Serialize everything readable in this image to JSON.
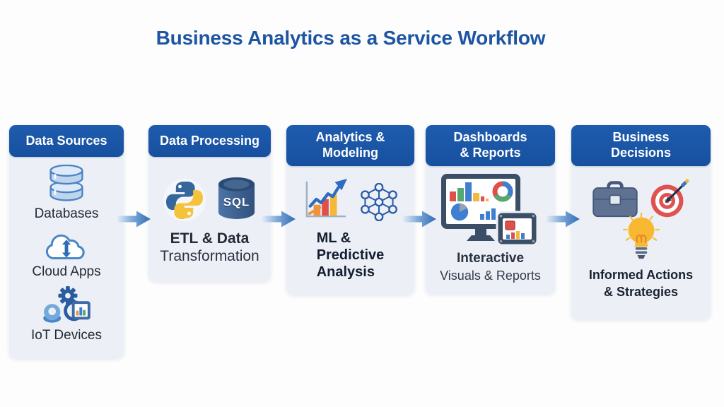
{
  "title": "Business Analytics as a Service Workflow",
  "colors": {
    "title_text": "#1d55a1",
    "stage_header_bg": "#1b56a7",
    "stage_card_bg": "#ecf0f6",
    "arrow_blue": "#2f6cb7"
  },
  "stages": [
    {
      "header_lines": [
        "Data Sources"
      ],
      "items": [
        {
          "icon": "databases-icon",
          "label": "Databases"
        },
        {
          "icon": "cloud-apps-icon",
          "label": "Cloud Apps"
        },
        {
          "icon": "iot-devices-icon",
          "label": "IoT Devices"
        }
      ]
    },
    {
      "header_lines": [
        "Data Processing"
      ],
      "icons": [
        "python-icon",
        "sql-icon"
      ],
      "sql_badge": "SQL",
      "caption_lines": [
        "ETL & Data",
        "Transformation"
      ]
    },
    {
      "header_lines": [
        "Analytics &",
        "Modeling"
      ],
      "icons": [
        "growth-chart-icon",
        "neural-network-icon"
      ],
      "caption_lines": [
        "ML &",
        "Predictive",
        "Analysis"
      ]
    },
    {
      "header_lines": [
        "Dashboards",
        "& Reports"
      ],
      "icons": [
        "dashboard-monitor-icon",
        "tablet-report-icon"
      ],
      "caption_lines": [
        "Interactive",
        "Visuals & Reports"
      ]
    },
    {
      "header_lines": [
        "Business",
        "Decisions"
      ],
      "icons": [
        "briefcase-icon",
        "target-icon",
        "lightbulb-icon"
      ],
      "caption_lines": [
        "Informed Actions",
        "& Strategies"
      ]
    }
  ]
}
